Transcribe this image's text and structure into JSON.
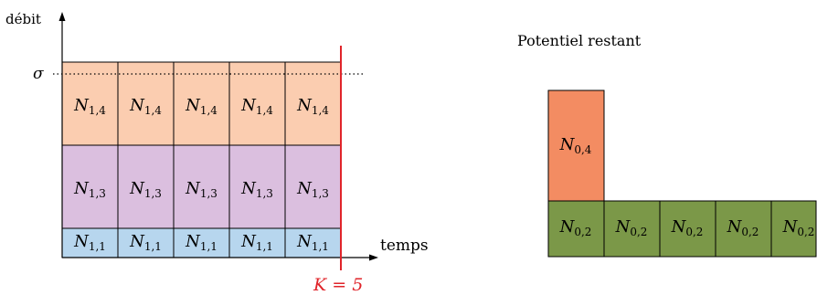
{
  "left_panel": {
    "y_axis_label": "débit",
    "x_axis_label": "temps",
    "sigma_label": "σ",
    "k_label": "K = 5",
    "columns": 5,
    "rows": [
      {
        "name": "N",
        "sub": "1,4",
        "color": "#fbcdb0"
      },
      {
        "name": "N",
        "sub": "1,3",
        "color": "#dbbfdf"
      },
      {
        "name": "N",
        "sub": "1,1",
        "color": "#b7d6ee"
      }
    ],
    "k_line_color": "#e0242a"
  },
  "right_panel": {
    "title": "Potentiel restant",
    "top_block": {
      "name": "N",
      "sub": "0,4",
      "color": "#f38c62"
    },
    "bottom_row": {
      "name": "N",
      "sub": "0,2",
      "count": 5,
      "color": "#7b9848"
    }
  }
}
